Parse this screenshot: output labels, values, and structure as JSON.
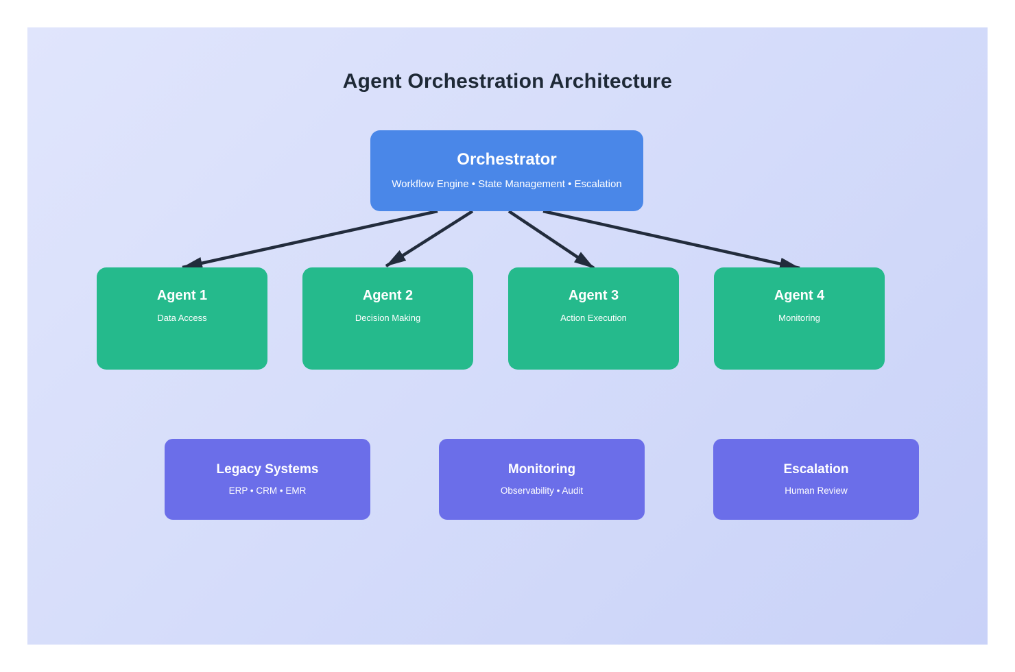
{
  "diagram": {
    "title": "Agent Orchestration Architecture",
    "orchestrator": {
      "title": "Orchestrator",
      "subtitle": "Workflow Engine • State Management • Escalation"
    },
    "agents": [
      {
        "title": "Agent 1",
        "subtitle": "Data Access"
      },
      {
        "title": "Agent 2",
        "subtitle": "Decision Making"
      },
      {
        "title": "Agent 3",
        "subtitle": "Action Execution"
      },
      {
        "title": "Agent 4",
        "subtitle": "Monitoring"
      }
    ],
    "systems": [
      {
        "title": "Legacy Systems",
        "subtitle": "ERP • CRM • EMR"
      },
      {
        "title": "Monitoring",
        "subtitle": "Observability • Audit"
      },
      {
        "title": "Escalation",
        "subtitle": "Human Review"
      }
    ],
    "edges": [
      {
        "from": "Orchestrator",
        "to": "Agent 1"
      },
      {
        "from": "Orchestrator",
        "to": "Agent 2"
      },
      {
        "from": "Orchestrator",
        "to": "Agent 3"
      },
      {
        "from": "Orchestrator",
        "to": "Agent 4"
      }
    ],
    "colors": {
      "orchestrator_fill": "#4a87e8",
      "agent_fill": "#25ba8c",
      "system_fill": "#6b6ee9",
      "arrow": "#222c3c",
      "title_text": "#1e2936",
      "panel_gradient_start": "#e0e5fc",
      "panel_gradient_end": "#c9d2f8",
      "box_text": "#ffffff"
    }
  }
}
